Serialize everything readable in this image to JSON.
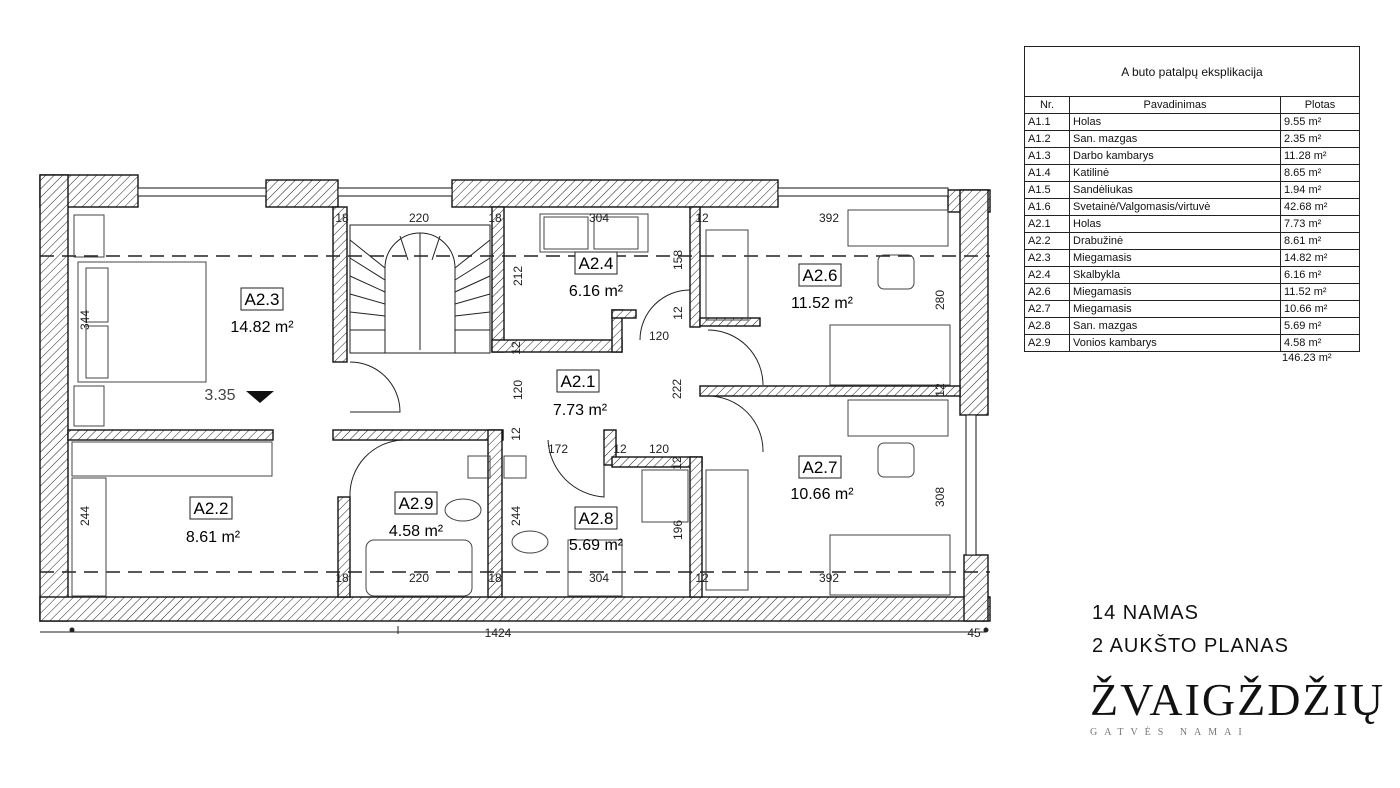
{
  "rooms": [
    {
      "id": "A2.3",
      "area": "14.82 m²"
    },
    {
      "id": "A2.4",
      "area": "6.16 m²"
    },
    {
      "id": "A2.6",
      "area": "11.52 m²"
    },
    {
      "id": "A2.1",
      "area": "7.73 m²"
    },
    {
      "id": "A2.2",
      "area": "8.61 m²"
    },
    {
      "id": "A2.9",
      "area": "4.58 m²"
    },
    {
      "id": "A2.8",
      "area": "5.69 m²"
    },
    {
      "id": "A2.7",
      "area": "10.66 m²"
    }
  ],
  "level_mark": "3.35",
  "dimensions": {
    "d18": "18",
    "d220": "220",
    "d304": "304",
    "d12": "12",
    "d392": "392",
    "d212": "212",
    "d158": "158",
    "d344": "344",
    "d280": "280",
    "d120": "120",
    "d222": "222",
    "d172": "172",
    "d244": "244",
    "d196": "196",
    "d308": "308",
    "d1424": "1424",
    "d45": "45"
  },
  "schedule": {
    "caption": "A buto patalpų eksplikacija",
    "headers": {
      "nr": "Nr.",
      "name": "Pavadinimas",
      "area": "Plotas"
    },
    "rows": [
      {
        "nr": "A1.1",
        "name": "Holas",
        "area": "9.55 m²"
      },
      {
        "nr": "A1.2",
        "name": "San. mazgas",
        "area": "2.35 m²"
      },
      {
        "nr": "A1.3",
        "name": "Darbo kambarys",
        "area": "11.28 m²"
      },
      {
        "nr": "A1.4",
        "name": "Katilinė",
        "area": "8.65 m²"
      },
      {
        "nr": "A1.5",
        "name": "Sandėliukas",
        "area": "1.94 m²"
      },
      {
        "nr": "A1.6",
        "name": "Svetainė/Valgomasis/virtuvė",
        "area": "42.68 m²"
      },
      {
        "nr": "A2.1",
        "name": "Holas",
        "area": "7.73 m²"
      },
      {
        "nr": "A2.2",
        "name": "Drabužinė",
        "area": "8.61 m²"
      },
      {
        "nr": "A2.3",
        "name": "Miegamasis",
        "area": "14.82 m²"
      },
      {
        "nr": "A2.4",
        "name": "Skalbykla",
        "area": "6.16 m²"
      },
      {
        "nr": "A2.6",
        "name": "Miegamasis",
        "area": "11.52 m²"
      },
      {
        "nr": "A2.7",
        "name": "Miegamasis",
        "area": "10.66 m²"
      },
      {
        "nr": "A2.8",
        "name": "San. mazgas",
        "area": "5.69 m²"
      },
      {
        "nr": "A2.9",
        "name": "Vonios kambarys",
        "area": "4.58 m²"
      }
    ],
    "total": "146.23 m²"
  },
  "title": {
    "line1": "14  NAMAS",
    "line2": "2 AUKŠTO PLANAS"
  },
  "logo": {
    "main": "ŽVAIGŽDŽIŲ",
    "sub": "GATVĖS NAMAI"
  }
}
